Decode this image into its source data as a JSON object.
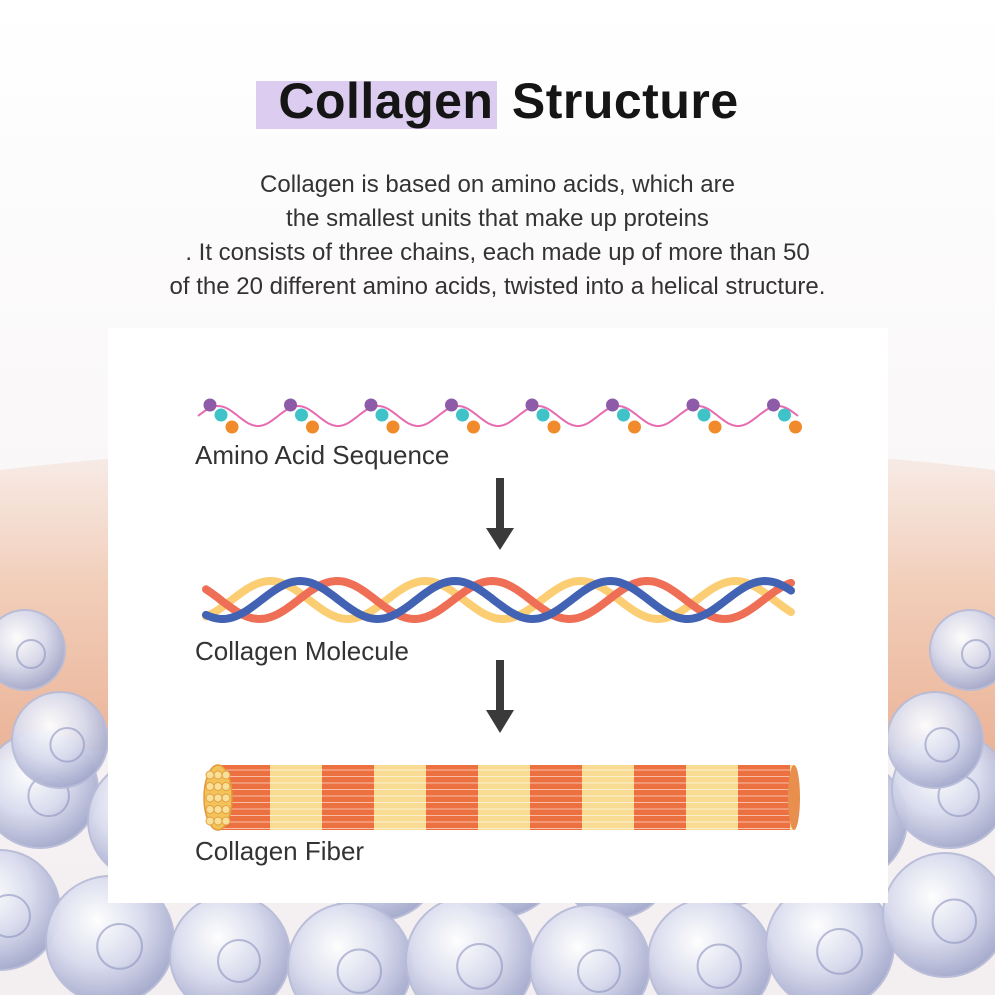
{
  "title": {
    "highlight": "Collagen",
    "rest": " Structure"
  },
  "description": [
    "Collagen is based on amino acids, which are",
    "the smallest units that make up proteins",
    ". It consists of three chains, each made up of more than 50",
    "of the 20 different amino acids, twisted into a helical structure."
  ],
  "stages": [
    {
      "label": "Amino Acid Sequence"
    },
    {
      "label": "Collagen Molecule"
    },
    {
      "label": "Collagen Fiber"
    }
  ],
  "colors": {
    "highlight": "#dccdf0",
    "strand_pink": "#e86ab0",
    "bead_purple": "#8e5ba8",
    "bead_teal": "#3fc2c8",
    "bead_orange": "#f08a2a",
    "chain_blue": "#4262b4",
    "chain_red": "#ee6f55",
    "chain_yellow": "#fbce73",
    "fiber_orange": "#ec7040",
    "fiber_cream": "#f9dc94",
    "arrow": "#3a3a3a"
  }
}
